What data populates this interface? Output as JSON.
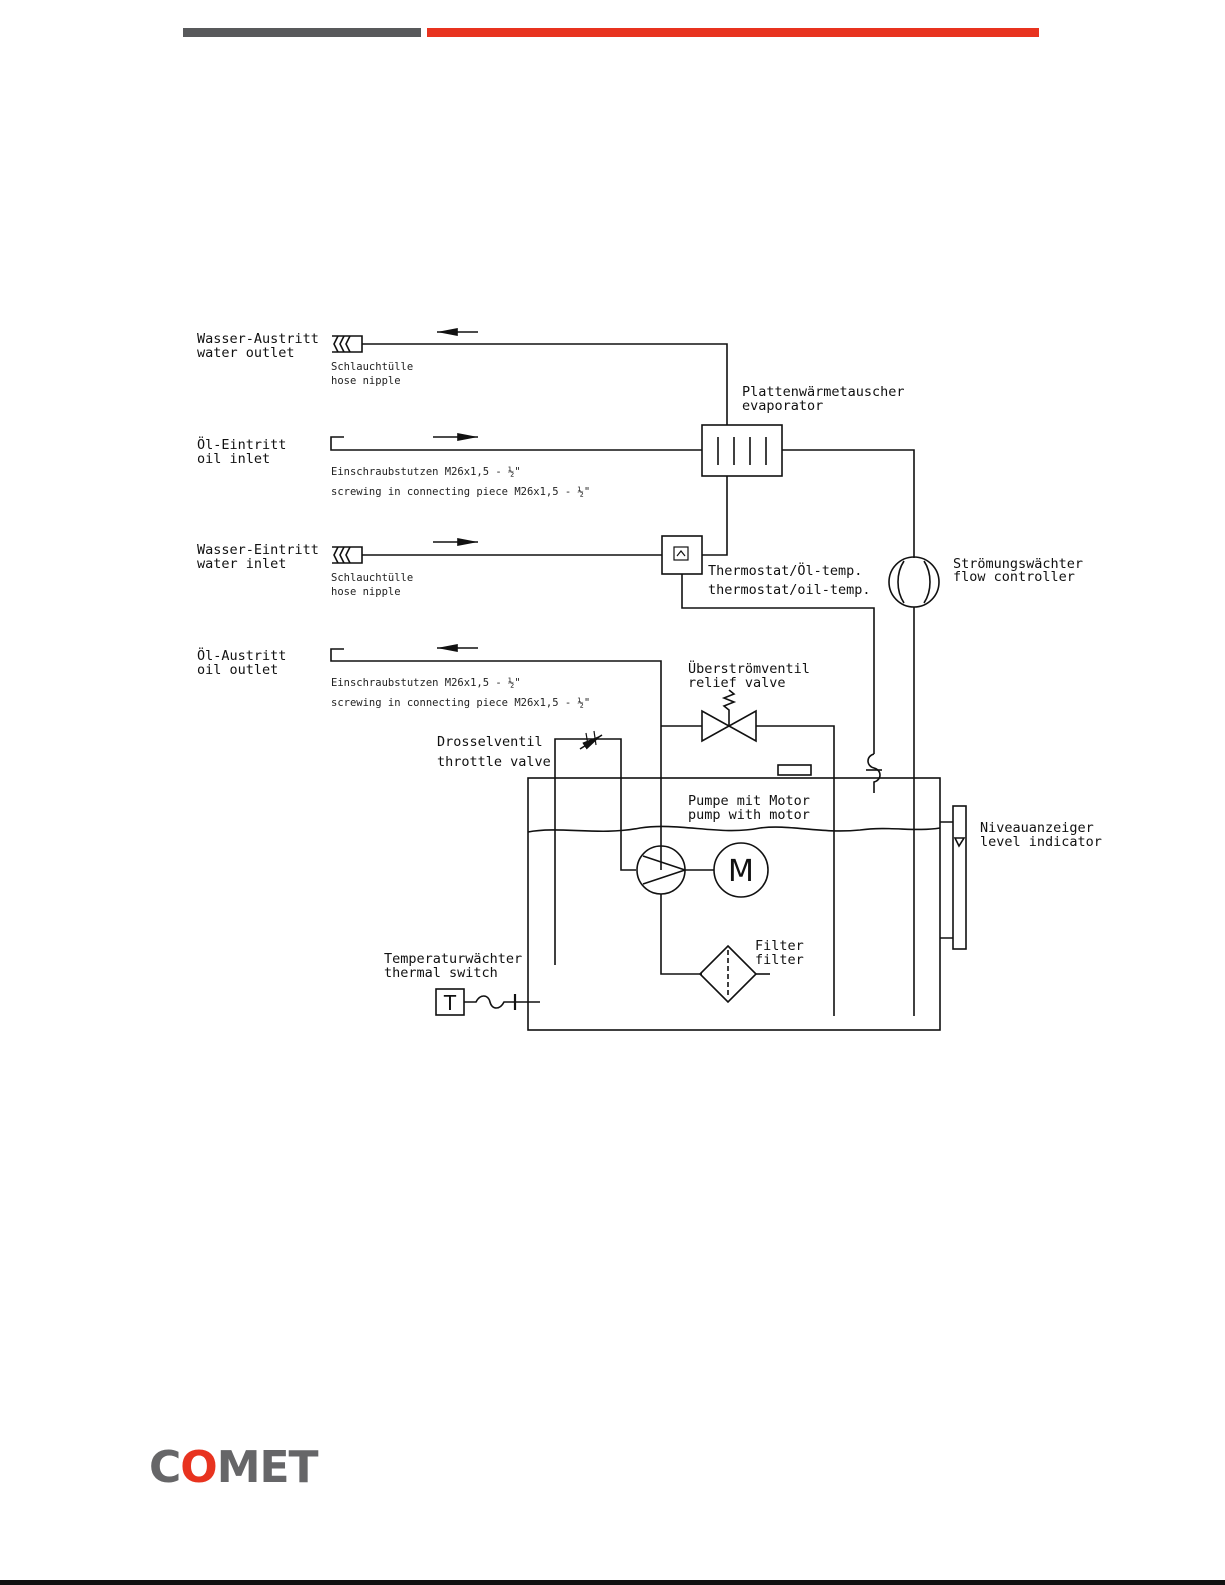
{
  "labels": {
    "water_outlet_de": "Wasser-Austritt",
    "water_outlet_en": "water outlet",
    "hose_nipple_1_de": "Schlauchtülle",
    "hose_nipple_1_en": "hose nipple",
    "evaporator_de": "Plattenwärmetauscher",
    "evaporator_en": "evaporator",
    "oil_inlet_de": "Öl-Eintritt",
    "oil_inlet_en": "oil inlet",
    "screw_1_de": "Einschraubstutzen M26x1,5 - ½\"",
    "screw_1_en": "screwing in connecting piece M26x1,5 - ½\"",
    "water_inlet_de": "Wasser-Eintritt",
    "water_inlet_en": "water inlet",
    "hose_nipple_2_de": "Schlauchtülle",
    "hose_nipple_2_en": "hose nipple",
    "thermostat_de": "Thermostat/Öl-temp.",
    "thermostat_en": "thermostat/oil-temp.",
    "flow_controller_de": "Strömungswächter",
    "flow_controller_en": "flow controller",
    "oil_outlet_de": "Öl-Austritt",
    "oil_outlet_en": "oil outlet",
    "screw_2_de": "Einschraubstutzen M26x1,5 - ½\"",
    "screw_2_en": "screwing in connecting piece M26x1,5 - ½\"",
    "relief_valve_de": "Überströmventil",
    "relief_valve_en": "relief valve",
    "throttle_valve_de": "Drosselventil",
    "throttle_valve_en": "throttle valve",
    "pump_de": "Pumpe mit Motor",
    "pump_en": "pump with motor",
    "level_indicator_de": "Niveauanzeiger",
    "level_indicator_en": "level indicator",
    "filter_de": "Filter",
    "filter_en": "filter",
    "thermal_switch_de": "Temperaturwächter",
    "thermal_switch_en": "thermal switch",
    "motor_symbol": "M",
    "thermal_symbol": "T"
  },
  "logo": {
    "prefix": "C",
    "accent": "O",
    "suffix": "MET"
  },
  "colors": {
    "brand_red": "#e8331f",
    "brand_gray": "#58595b"
  }
}
